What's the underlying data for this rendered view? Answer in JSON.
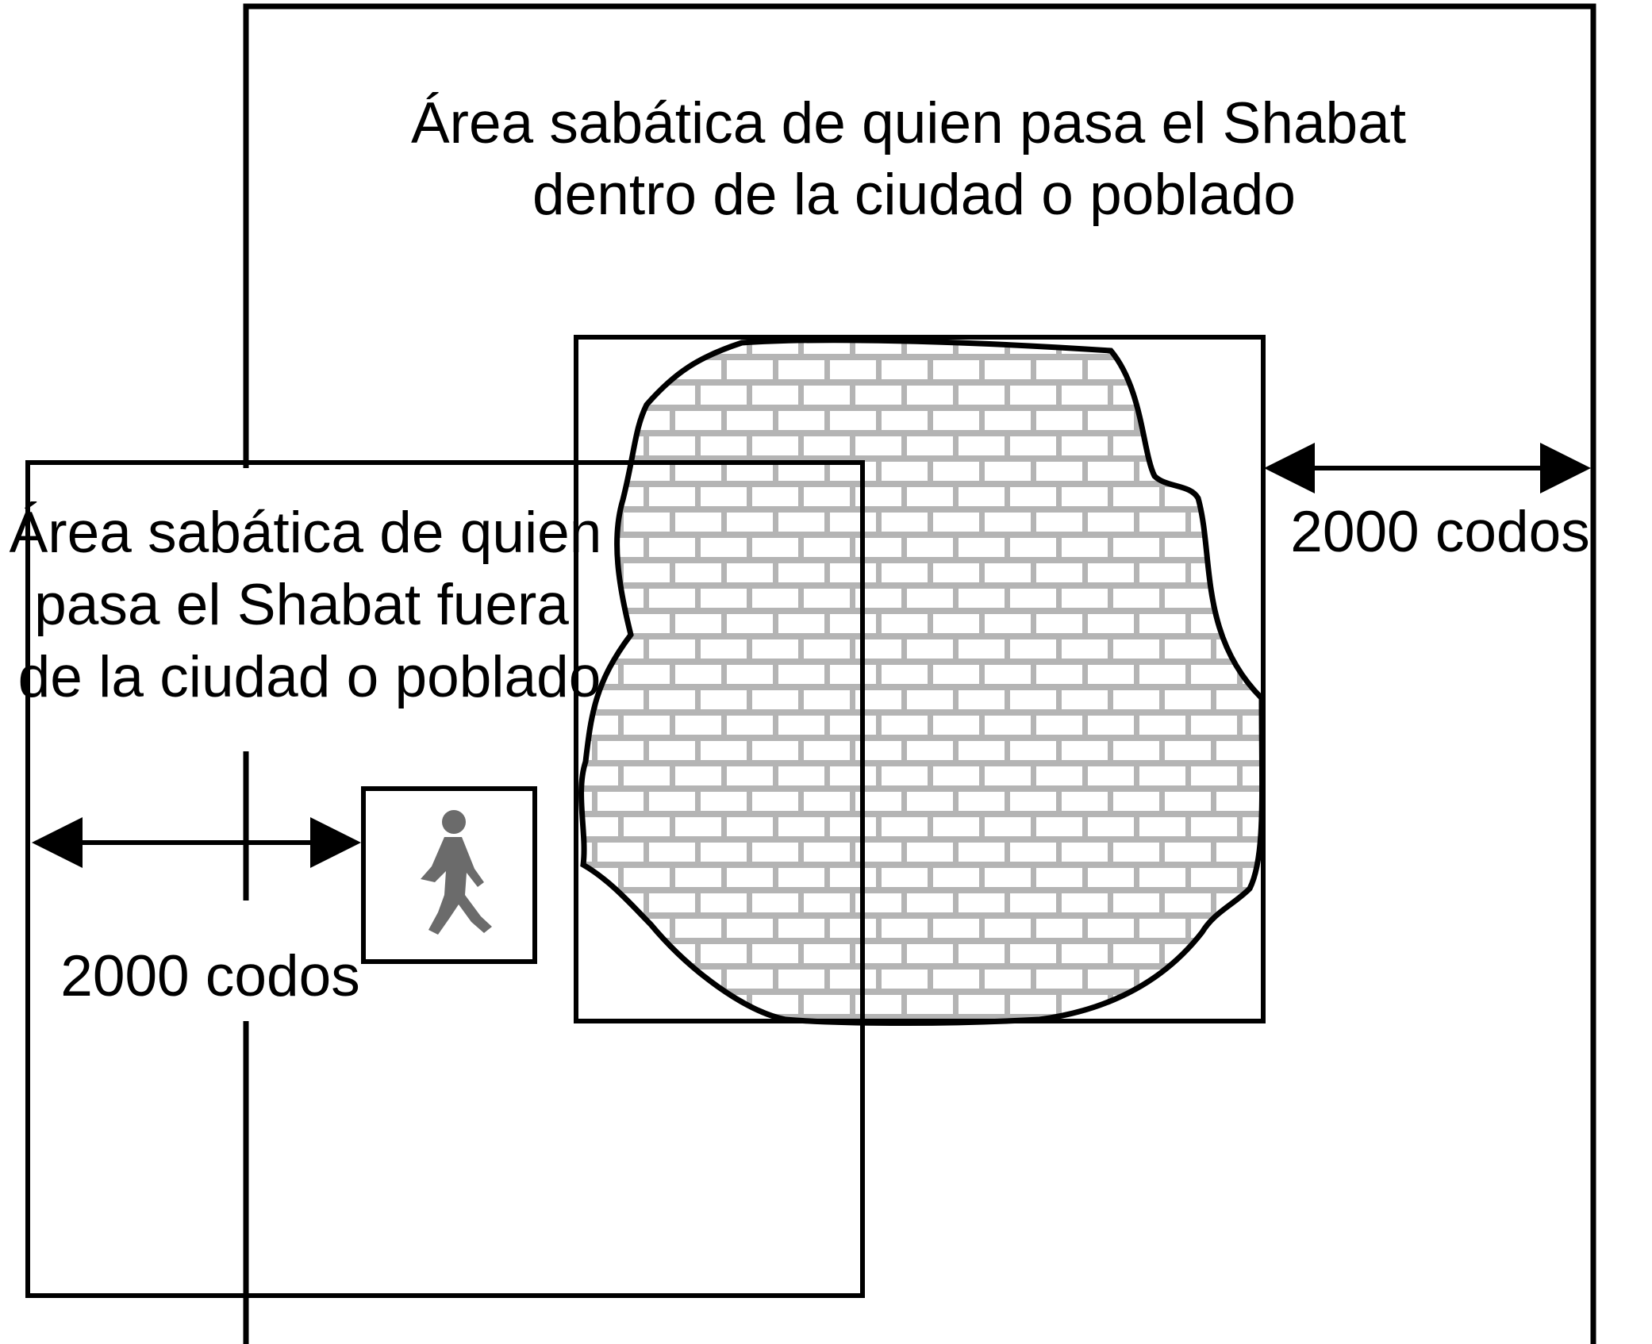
{
  "outer_area": {
    "title_line1": "Área sabática de quien pasa el Shabat",
    "title_line2": "dentro de la ciudad o poblado"
  },
  "inner_area": {
    "title_line1": "Área sabática de quien",
    "title_line2": "pasa el Shabat fuera",
    "title_line3": "de la ciudad o poblado"
  },
  "measure_right": {
    "label": "2000 codos"
  },
  "measure_left": {
    "label": "2000 codos"
  },
  "icons": {
    "walker": "walking-person-icon",
    "city": "brick-wall-city-icon"
  },
  "colors": {
    "stroke": "#000000",
    "brick_mortar": "#b4b4b4",
    "brick_fill": "#ffffff",
    "walker": "#6b6b6b"
  }
}
